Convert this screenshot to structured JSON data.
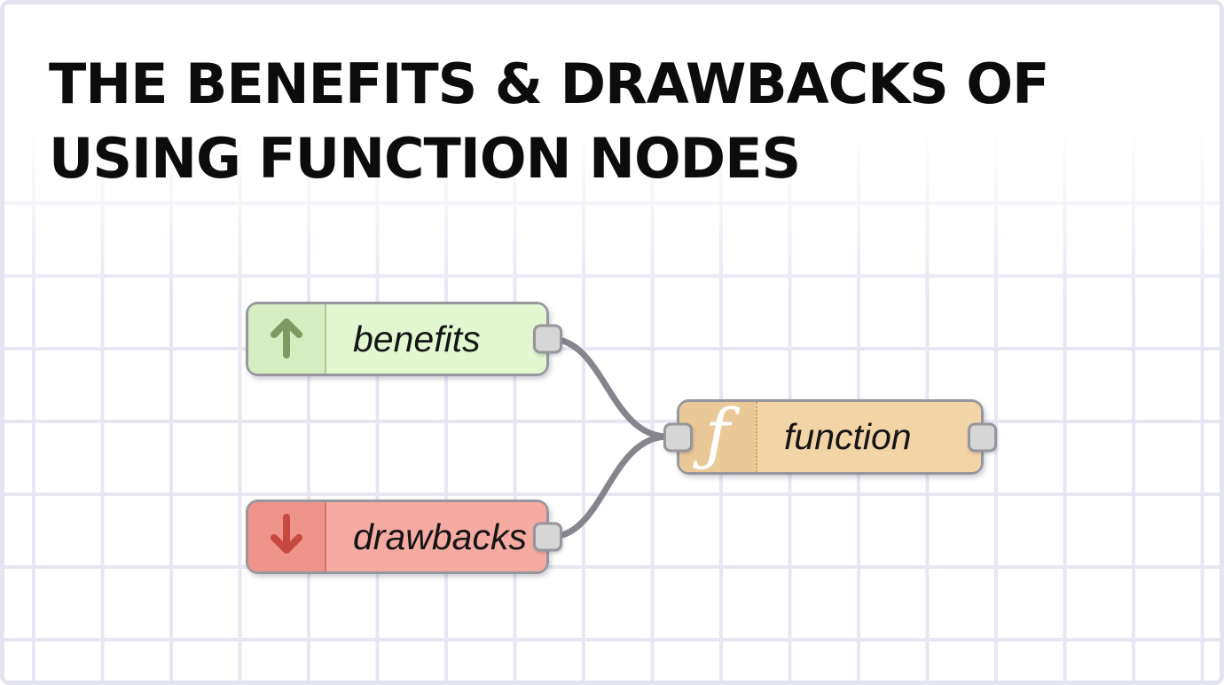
{
  "title": {
    "line1": "THE BENEFITS & DRAWBACKS OF",
    "line2": "USING FUNCTION NODES"
  },
  "nodes": {
    "benefits": {
      "label": "benefits",
      "icon": "arrow-up-icon",
      "body_color": "#e2f6d0",
      "icon_bg_color": "#d5edc0",
      "arrow_color": "#7d9b60"
    },
    "drawbacks": {
      "label": "drawbacks",
      "icon": "arrow-down-icon",
      "body_color": "#f5aaa2",
      "icon_bg_color": "#ef948b",
      "arrow_color": "#c74a40"
    },
    "function": {
      "label": "function",
      "icon": "function-f-icon",
      "glyph": "ƒ",
      "body_color": "#f3d4a7",
      "icon_bg_color": "#eac897",
      "glyph_color": "#ffffff"
    }
  },
  "canvas": {
    "background_color": "#ffffff",
    "grid_line_color": "#e7e7f4",
    "wire_color": "#85858d",
    "node_border_color": "#96969c",
    "port_color": "#d6d6d6"
  }
}
